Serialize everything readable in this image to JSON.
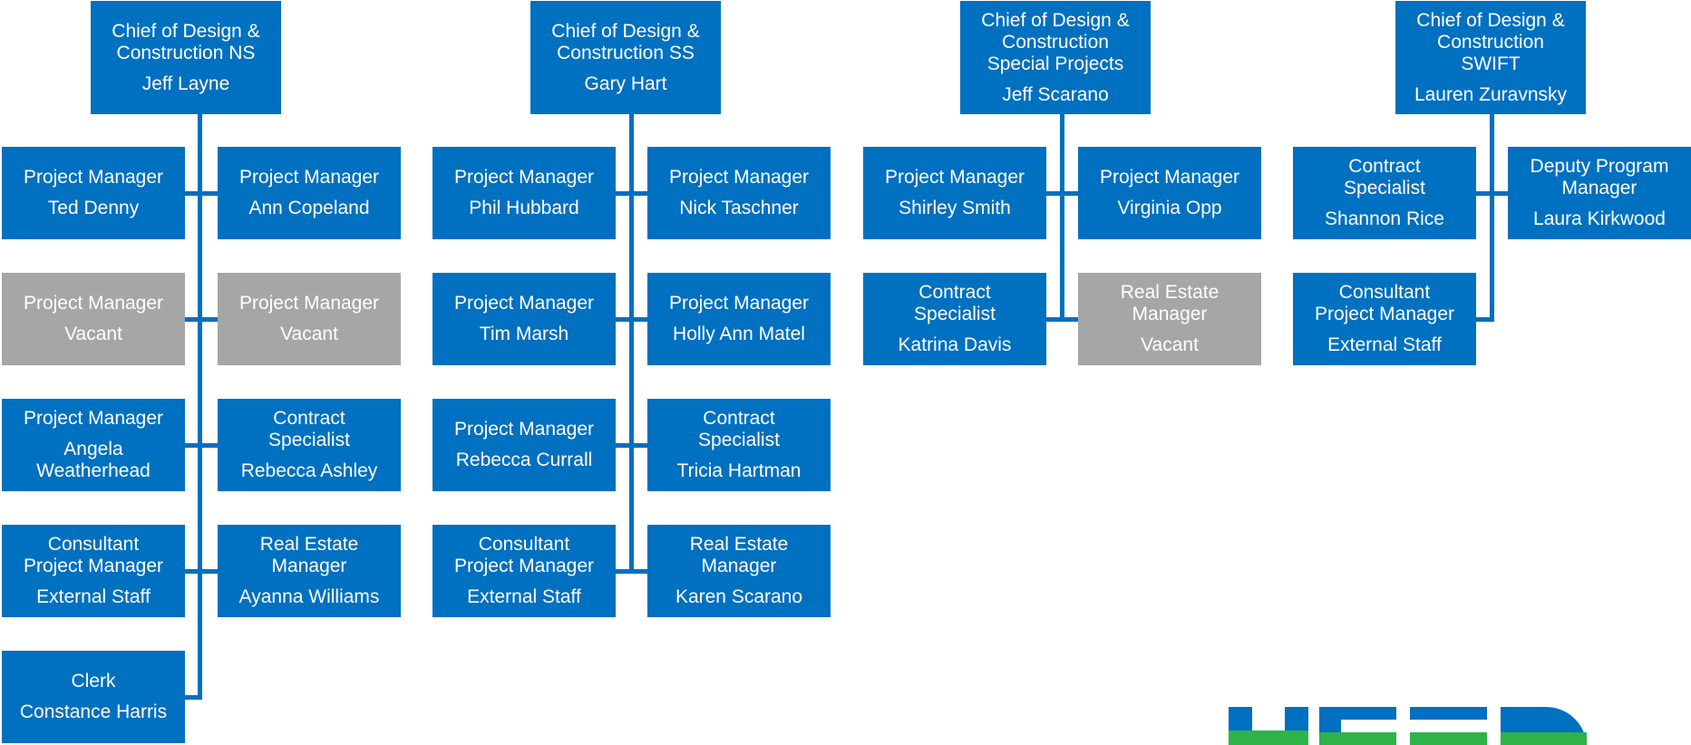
{
  "colors": {
    "filled": "#0070c0",
    "vacant": "#a6a6a6",
    "logo_blue": "#0070c0",
    "logo_green": "#2db34a"
  },
  "logo": {
    "text": "HRSD"
  },
  "departments": [
    {
      "chief": {
        "title": "Chief of Design &\nConstruction NS",
        "name": "Jeff Layne"
      },
      "members": [
        {
          "title": "Project Manager",
          "name": "Ted Denny",
          "vacant": false
        },
        {
          "title": "Project Manager",
          "name": "Ann Copeland",
          "vacant": false
        },
        {
          "title": "Project Manager",
          "name": "Vacant",
          "vacant": true
        },
        {
          "title": "Project Manager",
          "name": "Vacant",
          "vacant": true
        },
        {
          "title": "Project Manager",
          "name": "Angela\nWeatherhead",
          "vacant": false
        },
        {
          "title": "Contract\nSpecialist",
          "name": "Rebecca Ashley",
          "vacant": false
        },
        {
          "title": "Consultant\nProject Manager",
          "name": "External Staff",
          "vacant": false
        },
        {
          "title": "Real Estate\nManager",
          "name": "Ayanna Williams",
          "vacant": false
        },
        {
          "title": "Clerk",
          "name": "Constance Harris",
          "vacant": false
        }
      ]
    },
    {
      "chief": {
        "title": "Chief of Design &\nConstruction SS",
        "name": "Gary Hart"
      },
      "members": [
        {
          "title": "Project Manager",
          "name": "Phil Hubbard",
          "vacant": false
        },
        {
          "title": "Project Manager",
          "name": "Nick Taschner",
          "vacant": false
        },
        {
          "title": "Project Manager",
          "name": "Tim Marsh",
          "vacant": false
        },
        {
          "title": "Project Manager",
          "name": "Holly Ann Matel",
          "vacant": false
        },
        {
          "title": "Project Manager",
          "name": "Rebecca Currall",
          "vacant": false
        },
        {
          "title": "Contract\nSpecialist",
          "name": "Tricia Hartman",
          "vacant": false
        },
        {
          "title": "Consultant\nProject Manager",
          "name": "External Staff",
          "vacant": false
        },
        {
          "title": "Real Estate\nManager",
          "name": "Karen Scarano",
          "vacant": false
        }
      ]
    },
    {
      "chief": {
        "title": "Chief of Design &\nConstruction\nSpecial Projects",
        "name": "Jeff Scarano"
      },
      "members": [
        {
          "title": "Project Manager",
          "name": "Shirley Smith",
          "vacant": false
        },
        {
          "title": "Project Manager",
          "name": "Virginia Opp",
          "vacant": false
        },
        {
          "title": "Contract\nSpecialist",
          "name": "Katrina Davis",
          "vacant": false
        },
        {
          "title": "Real Estate\nManager",
          "name": "Vacant",
          "vacant": true
        }
      ]
    },
    {
      "chief": {
        "title": "Chief of Design &\nConstruction\nSWIFT",
        "name": "Lauren Zuravnsky"
      },
      "members": [
        {
          "title": "Contract\nSpecialist",
          "name": "Shannon Rice",
          "vacant": false
        },
        {
          "title": "Deputy Program\nManager",
          "name": "Laura Kirkwood",
          "vacant": false
        },
        {
          "title": "Consultant\nProject Manager",
          "name": "External Staff",
          "vacant": false
        }
      ]
    }
  ]
}
